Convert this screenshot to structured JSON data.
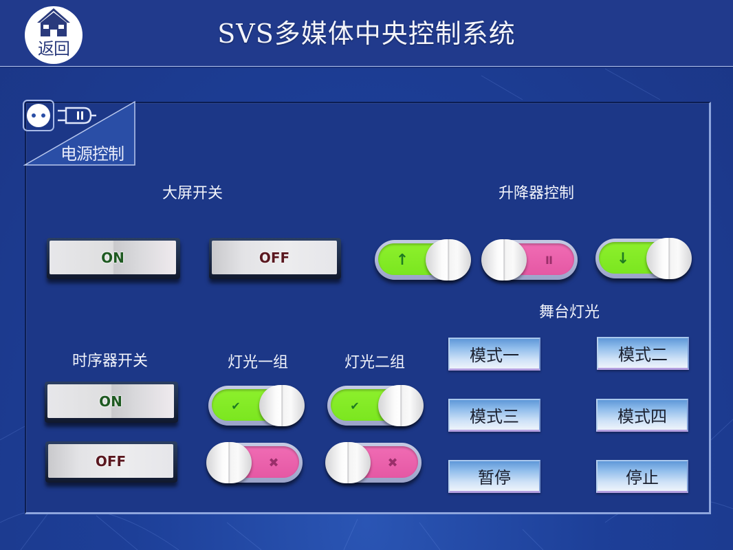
{
  "header": {
    "title": "SVS多媒体中央控制系统",
    "home_button_label": "返回"
  },
  "panel": {
    "tab_title": "电源控制",
    "tab_icon": "power-plug-icon"
  },
  "screen_switch": {
    "label": "大屏开关",
    "on_label": "ON",
    "off_label": "OFF"
  },
  "lift_control": {
    "label": "升降器控制",
    "buttons": [
      {
        "name": "up",
        "icon": "arrow-up-icon",
        "glyph": "↑",
        "state": "green"
      },
      {
        "name": "pause",
        "icon": "pause-icon",
        "glyph": "II",
        "state": "pink"
      },
      {
        "name": "down",
        "icon": "arrow-down-icon",
        "glyph": "↓",
        "state": "green"
      }
    ]
  },
  "sequencer_switch": {
    "label": "时序器开关",
    "on_label": "ON",
    "off_label": "OFF"
  },
  "light_group_1": {
    "label": "灯光一组",
    "on_glyph": "✔",
    "off_glyph": "✖"
  },
  "light_group_2": {
    "label": "灯光二组",
    "on_glyph": "✔",
    "off_glyph": "✖"
  },
  "stage_lighting": {
    "label": "舞台灯光",
    "buttons": [
      "模式一",
      "模式二",
      "模式三",
      "模式四",
      "暂停",
      "停止"
    ]
  },
  "colors": {
    "background": "#1d3f98",
    "header": "#213a8c",
    "panel": "#1c3787",
    "toggle_on": "#8df02c",
    "toggle_off": "#f06cb4"
  }
}
